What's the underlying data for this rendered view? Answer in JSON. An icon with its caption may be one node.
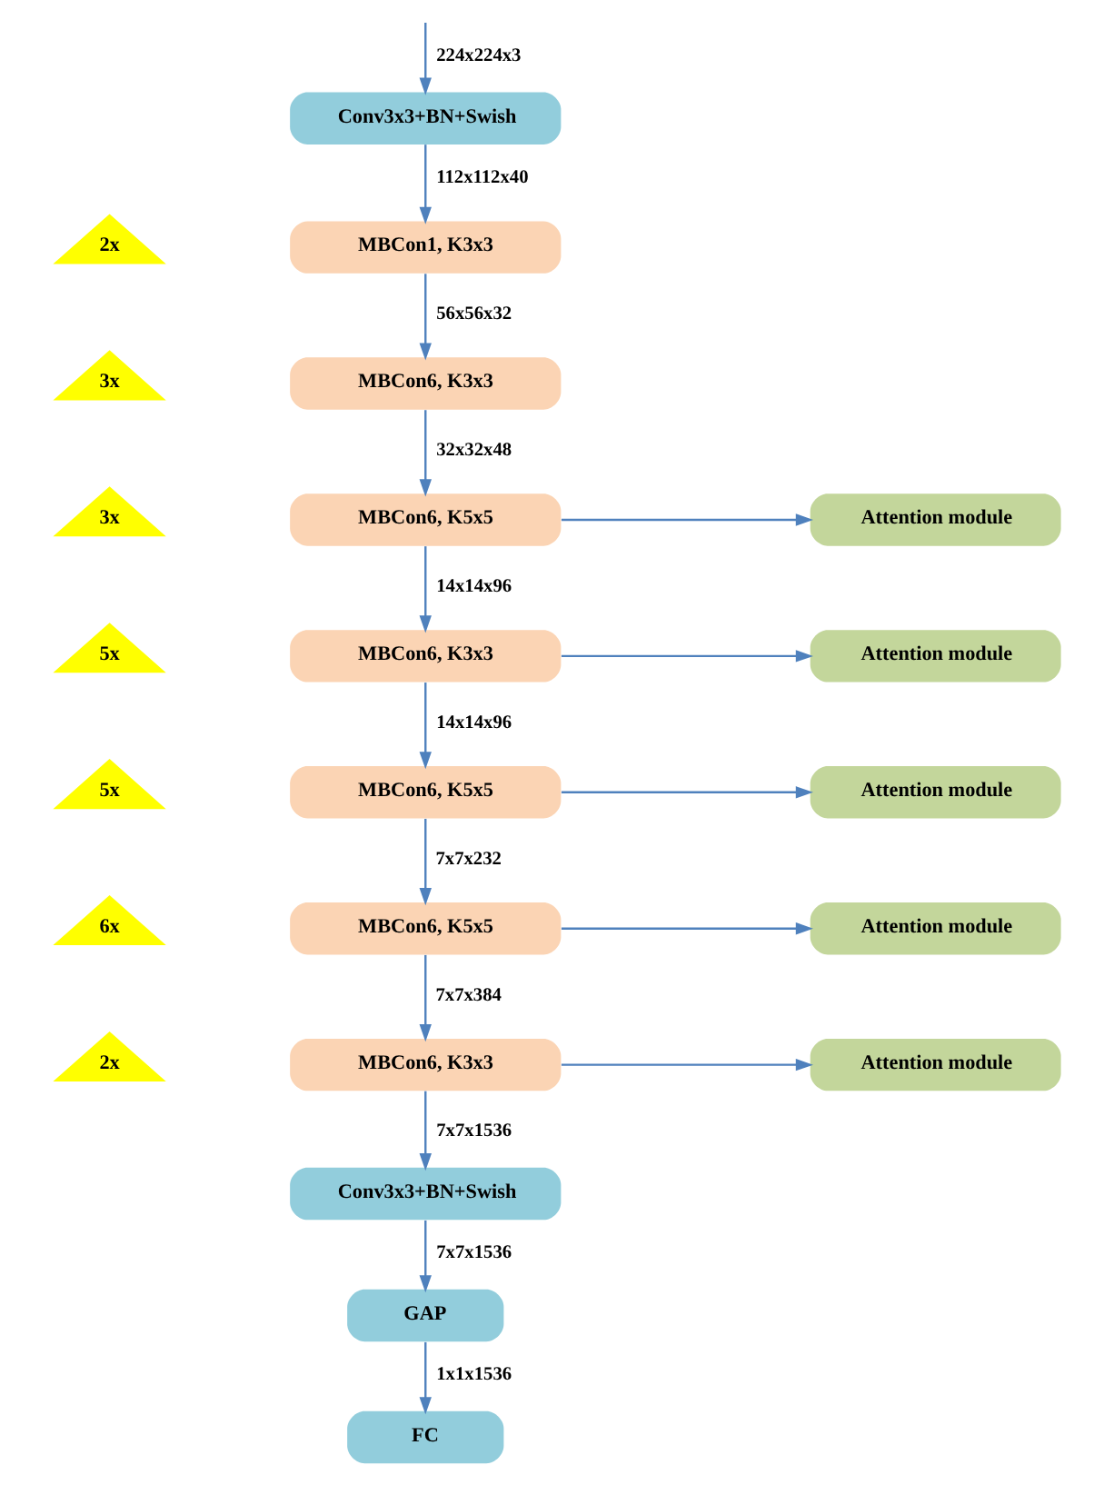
{
  "diagram": {
    "nodes": [
      {
        "text": [
          "Conv3x3+BN+Swish"
        ]
      },
      {
        "text": [
          "2x"
        ]
      },
      {
        "text": [
          "MBCon1, K3x3"
        ]
      },
      {
        "text": [
          "3x"
        ]
      },
      {
        "text": [
          "MBCon6, K3x3"
        ]
      },
      {
        "text": [
          "3x"
        ]
      },
      {
        "text": [
          "MBCon6, K5x5"
        ]
      },
      {
        "text": [
          "Attention module"
        ]
      },
      {
        "text": [
          "5x"
        ]
      },
      {
        "text": [
          "MBCon6, K3x3"
        ]
      },
      {
        "text": [
          "Attention module"
        ]
      },
      {
        "text": [
          "5x"
        ]
      },
      {
        "text": [
          "MBCon6, K5x5"
        ]
      },
      {
        "text": [
          "Attention module"
        ]
      },
      {
        "text": [
          "6x"
        ]
      },
      {
        "text": [
          "MBCon6, K5x5"
        ]
      },
      {
        "text": [
          "Attention module"
        ]
      },
      {
        "text": [
          "2x"
        ]
      },
      {
        "text": [
          "MBCon6, K3x3"
        ]
      },
      {
        "text": [
          "Attention module"
        ]
      },
      {
        "text": [
          "Conv3x3+BN+Swish"
        ]
      },
      {
        "text": [
          "GAP"
        ]
      },
      {
        "text": [
          "FC"
        ]
      }
    ],
    "edges": [
      {
        "from": null,
        "to": 0,
        "arrow": "to",
        "label": "224x224x3"
      },
      {
        "from": 0,
        "to": 2,
        "arrow": "to",
        "label": "112x112x40"
      },
      {
        "from": 2,
        "to": 4,
        "arrow": "to",
        "label": "56x56x32"
      },
      {
        "from": 4,
        "to": 6,
        "arrow": "to",
        "label": "32x32x48"
      },
      {
        "from": 6,
        "to": 9,
        "arrow": "to",
        "label": "14x14x96"
      },
      {
        "from": 9,
        "to": 12,
        "arrow": "to",
        "label": "14x14x96"
      },
      {
        "from": 12,
        "to": 15,
        "arrow": "to",
        "label": "7x7x232"
      },
      {
        "from": 15,
        "to": 18,
        "arrow": "to",
        "label": "7x7x384"
      },
      {
        "from": 18,
        "to": 20,
        "arrow": "to",
        "label": "7x7x1536"
      },
      {
        "from": 20,
        "to": 21,
        "arrow": "to",
        "label": "7x7x1536"
      },
      {
        "from": 21,
        "to": 22,
        "arrow": "to",
        "label": "1x1x1536"
      },
      {
        "from": 6,
        "to": 7,
        "arrow": "to"
      },
      {
        "from": 9,
        "to": 10,
        "arrow": "to"
      },
      {
        "from": 12,
        "to": 13,
        "arrow": "to"
      },
      {
        "from": 15,
        "to": 16,
        "arrow": "to"
      },
      {
        "from": 18,
        "to": 19,
        "arrow": "to"
      }
    ]
  }
}
